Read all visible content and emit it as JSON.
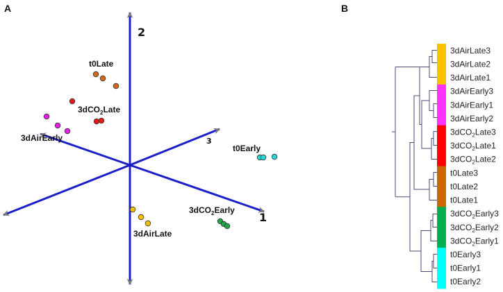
{
  "panel_a": {
    "letter": "A",
    "axes": {
      "axis1": "1",
      "axis2": "2",
      "axis3": "3",
      "color": "#1b1fc8"
    },
    "groups": [
      {
        "id": "t0Late",
        "label": "t0Late",
        "color": "#d2691e"
      },
      {
        "id": "3dCO2Late",
        "label_pre": "3dCO",
        "label_sub": "2",
        "label_post": "Late",
        "color": "#e31a1c"
      },
      {
        "id": "3dAirEarly",
        "label": "3dAirEarly",
        "color": "#e61ee6"
      },
      {
        "id": "t0Early",
        "label": "t0Early",
        "color": "#2ad6d6"
      },
      {
        "id": "3dCO2Early",
        "label_pre": "3dCO",
        "label_sub": "2",
        "label_post": "Early",
        "color": "#1fa84a"
      },
      {
        "id": "3dAirLate",
        "label": "3dAirLate",
        "color": "#f5c000"
      }
    ]
  },
  "panel_b": {
    "letter": "B",
    "leaves": [
      {
        "pre": "3dAirLate3",
        "color": "#ffc000"
      },
      {
        "pre": "3dAirLate2",
        "color": "#ffc000"
      },
      {
        "pre": "3dAirLate1",
        "color": "#ffc000"
      },
      {
        "pre": "3dAirEarly3",
        "color": "#ff33ff"
      },
      {
        "pre": "3dAirEarly1",
        "color": "#ff33ff"
      },
      {
        "pre": "3dAirEarly2",
        "color": "#ff33ff"
      },
      {
        "pre": "3dCO",
        "sub": "2",
        "post": "Late3",
        "color": "#ff0000"
      },
      {
        "pre": "3dCO",
        "sub": "2",
        "post": "Late1",
        "color": "#ff0000"
      },
      {
        "pre": "3dCO",
        "sub": "2",
        "post": "Late2",
        "color": "#ff0000"
      },
      {
        "pre": "t0Late3",
        "color": "#cc6600"
      },
      {
        "pre": "t0Late2",
        "color": "#cc6600"
      },
      {
        "pre": "t0Late1",
        "color": "#cc6600"
      },
      {
        "pre": "3dCO",
        "sub": "2",
        "post": "Early3",
        "color": "#00b050"
      },
      {
        "pre": "3dCO",
        "sub": "2",
        "post": "Early2",
        "color": "#00b050"
      },
      {
        "pre": "3dCO",
        "sub": "2",
        "post": "Early1",
        "color": "#00b050"
      },
      {
        "pre": "t0Early3",
        "color": "#00ffff"
      },
      {
        "pre": "t0Early1",
        "color": "#00ffff"
      },
      {
        "pre": "t0Early2",
        "color": "#00ffff"
      }
    ],
    "tree_color": "#4a4a7a"
  }
}
